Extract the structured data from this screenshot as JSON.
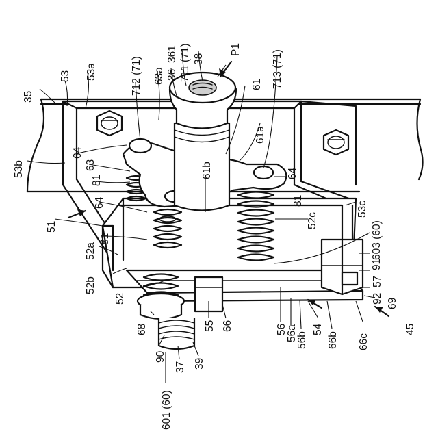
{
  "labels": {
    "p1": "P1",
    "l35": "35",
    "l53": "53",
    "l53a": "53a",
    "l53b": "53b",
    "l712_71": "712 (71)",
    "l63a": "63a",
    "l36": "36",
    "l361": "361",
    "l711_71": "711 (71)",
    "l38": "38",
    "l61": "61",
    "l713_71": "713 (71)",
    "l61a": "61a",
    "l64_left": "64",
    "l64_right": "64",
    "l64_mid": "64",
    "l63": "63",
    "l81_a": "81",
    "l81_b": "81",
    "l81_c": "81",
    "l61b": "61b",
    "l52c": "52c",
    "l53c": "53c",
    "l51": "51",
    "l52a": "52a",
    "l52b": "52b",
    "l52": "52",
    "l603_60": "603 (60)",
    "l91": "91",
    "l57": "57",
    "l92": "92",
    "l69": "69",
    "l56": "56",
    "l56a": "56a",
    "l56b": "56b",
    "l54": "54",
    "l66b": "66b",
    "l66": "66",
    "l55": "55",
    "l68": "68",
    "l90": "90",
    "l37": "37",
    "l39": "39",
    "l66c": "66c",
    "l45": "45",
    "l601_60": "601 (60)"
  }
}
